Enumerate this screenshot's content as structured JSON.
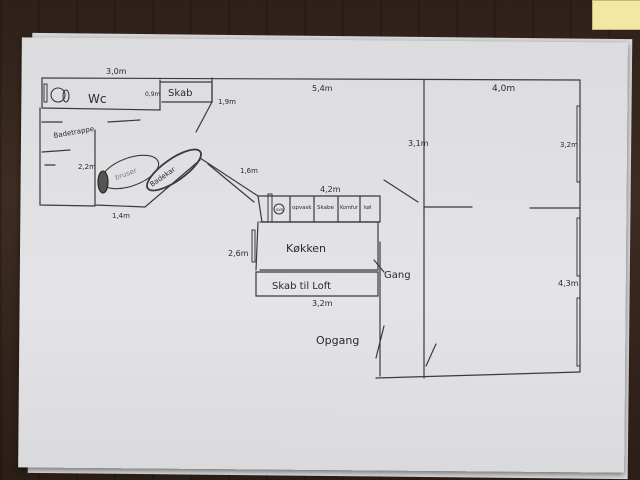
{
  "plan": {
    "wc": "Wc",
    "wc_dim_top": "3,0m",
    "wc_small": "0,9m",
    "skab": "Skab",
    "badetrappe": "Badetrappe",
    "bad_left": "2,2m",
    "bad_bottom": "1,4m",
    "badekar": "Badekar",
    "bruser": "bruser",
    "diag1": "1,9m",
    "diag2": "1,6m",
    "top_mid": "5,4m",
    "top_right": "4,0m",
    "hall_label": "3,1m",
    "right_upper": "3,2m",
    "right_lower": "4,3m",
    "kitchen_width": "4,2m",
    "ovn": "ovn",
    "opvask": "opvask",
    "skabe": "Skabe",
    "komfur": "Komfur",
    "kol": "køl",
    "kokken": "Køkken",
    "kokken_height": "2,6m",
    "skab_til_loft": "Skab til Loft",
    "kitchen_bottom": "3,2m",
    "gang": "Gang",
    "opgang": "Opgang"
  }
}
